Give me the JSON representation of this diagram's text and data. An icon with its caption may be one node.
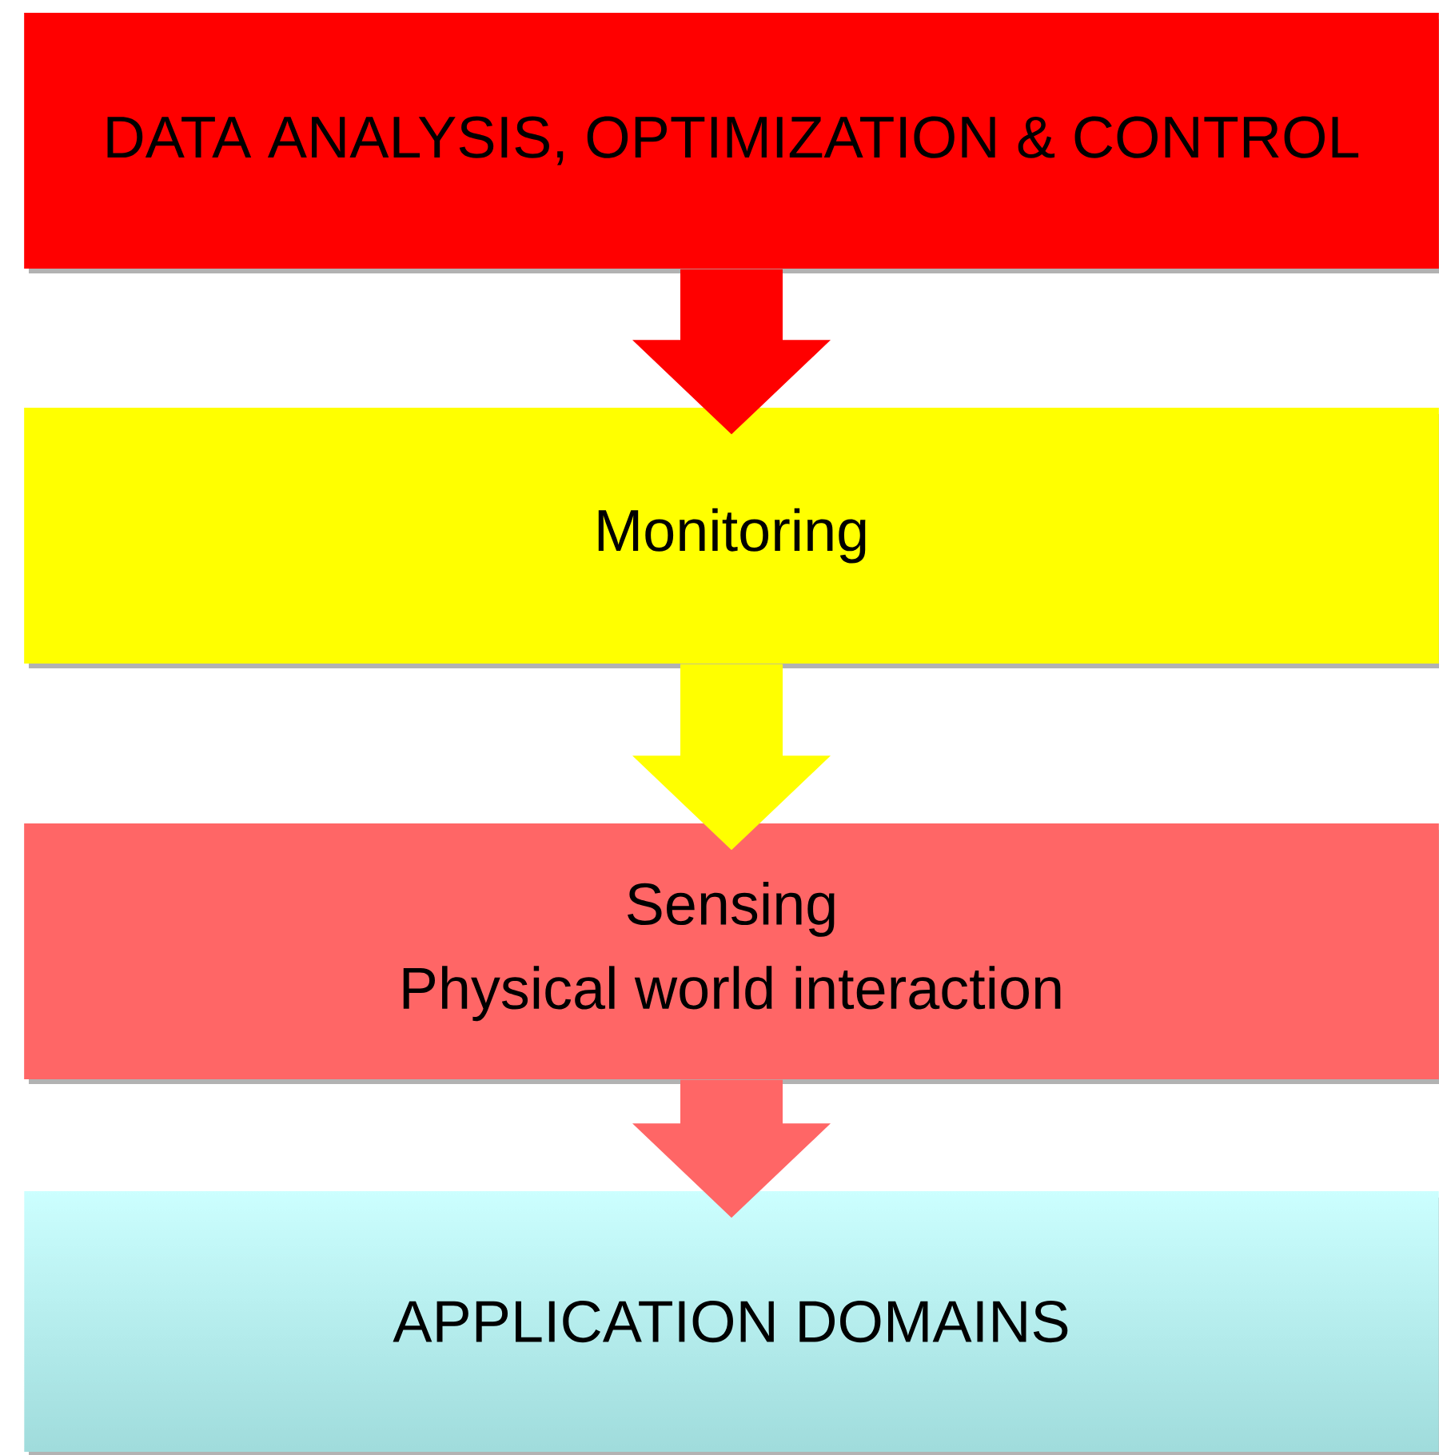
{
  "diagram": {
    "nodes": [
      {
        "text": [
          "DATA ANALYSIS, OPTIMIZATION & CONTROL"
        ]
      },
      {
        "text": [
          "Monitoring"
        ]
      },
      {
        "text": [
          "Sensing",
          "Physical world interaction"
        ]
      },
      {
        "text": [
          "APPLICATION DOMAINS"
        ]
      }
    ],
    "edges": [
      {
        "from": 0,
        "to": 1,
        "arrow": "to",
        "color": "#ff0000"
      },
      {
        "from": 1,
        "to": 2,
        "arrow": "to",
        "color": "#ffff00"
      },
      {
        "from": 2,
        "to": 3,
        "arrow": "to",
        "color": "#ff6666"
      }
    ]
  }
}
